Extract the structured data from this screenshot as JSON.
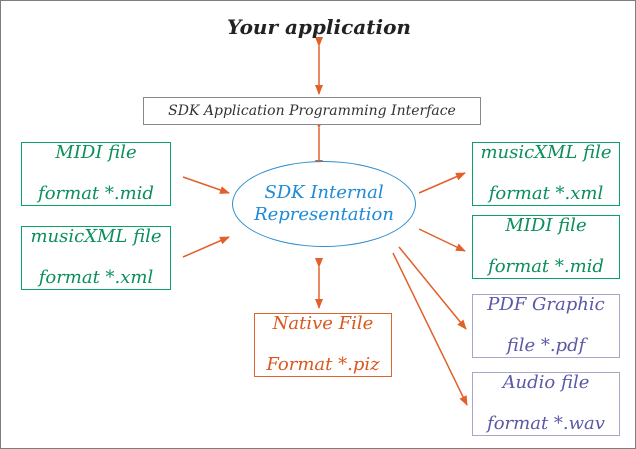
{
  "title": "Your application",
  "api_label": "SDK Application Programming Interface",
  "core": {
    "line1": "SDK Internal",
    "line2": "Representation"
  },
  "inputs": [
    {
      "line1": "MIDI file",
      "line2": "format *.mid"
    },
    {
      "line1": "musicXML file",
      "line2": "format *.xml"
    }
  ],
  "native": {
    "line1": "Native File",
    "line2": "Format *.piz"
  },
  "outputs": [
    {
      "line1": "musicXML file",
      "line2": "format *.xml"
    },
    {
      "line1": "MIDI file",
      "line2": "format *.mid"
    },
    {
      "line1": "PDF Graphic",
      "line2": "file *.pdf"
    },
    {
      "line1": "Audio file",
      "line2": "format *.wav"
    }
  ],
  "colors": {
    "arrow": "#e2602a",
    "input_border": "#0aa06a",
    "input_text": "#0a8f5a",
    "output_graphic_border": "#a9a6c8",
    "output_graphic_text": "#5b58a6",
    "native_border": "#e0652d",
    "native_text": "#d9581f",
    "core_border": "#2b8ccd",
    "core_text": "#1f8ad6"
  }
}
